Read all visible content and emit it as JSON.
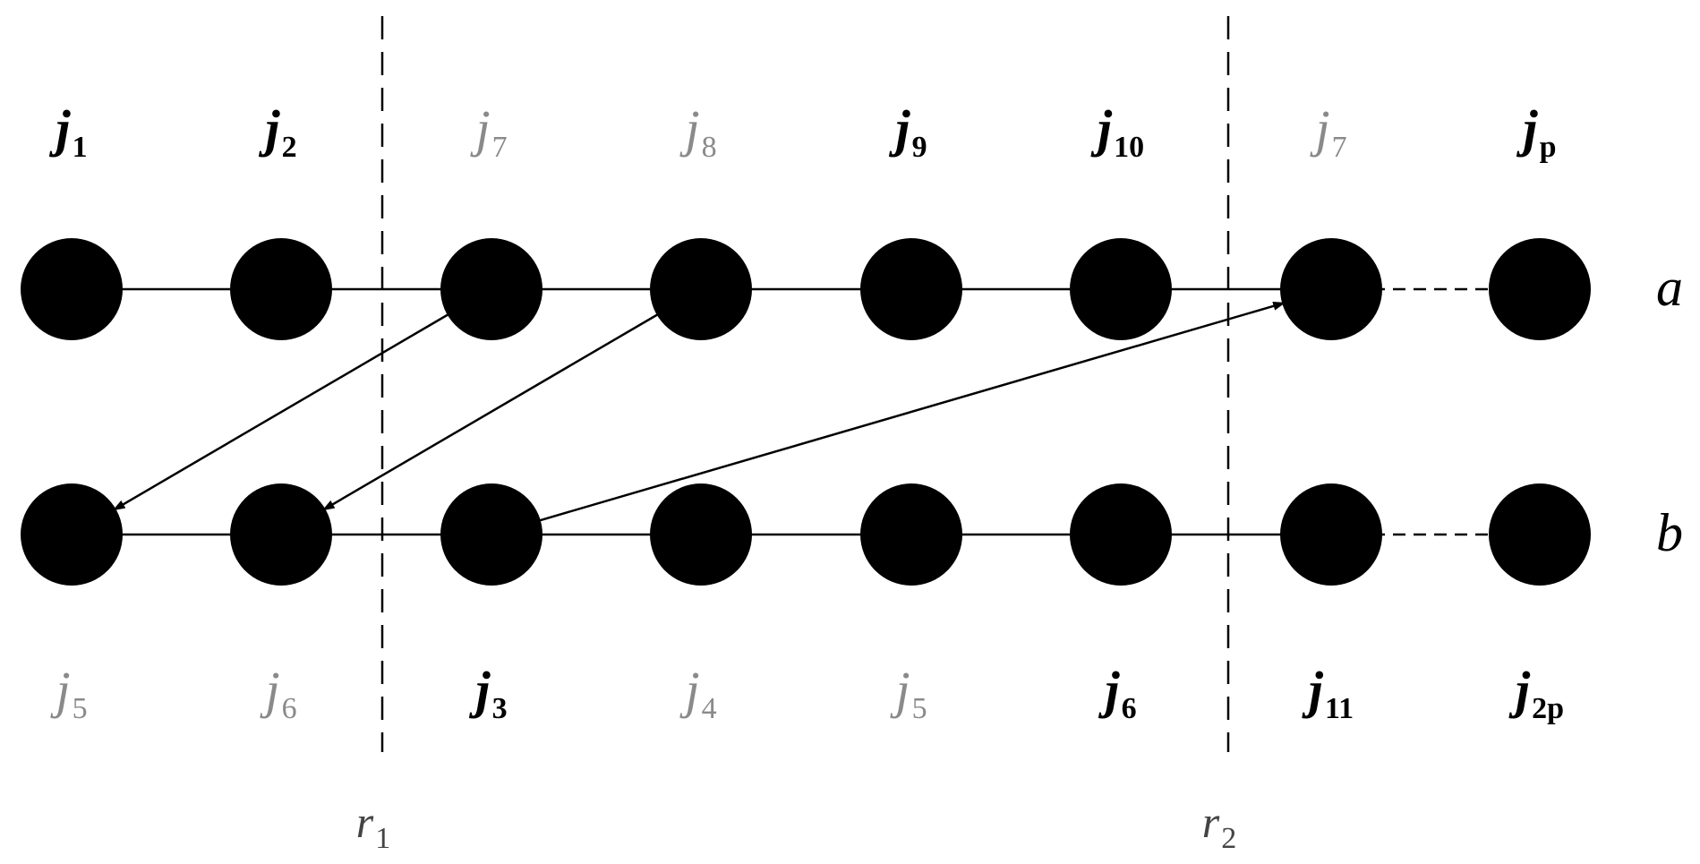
{
  "rows": [
    {
      "name": "a"
    },
    {
      "name": "b"
    }
  ],
  "top_labels": [
    {
      "letter": "j",
      "sub": "1",
      "style": "bold"
    },
    {
      "letter": "j",
      "sub": "2",
      "style": "bold"
    },
    {
      "letter": "j",
      "sub": "7",
      "style": "light"
    },
    {
      "letter": "j",
      "sub": "8",
      "style": "light"
    },
    {
      "letter": "j",
      "sub": "9",
      "style": "bold"
    },
    {
      "letter": "j",
      "sub": "10",
      "style": "bold"
    },
    {
      "letter": "j",
      "sub": "7",
      "style": "light"
    },
    {
      "letter": "j",
      "sub": "p",
      "style": "bold"
    }
  ],
  "bottom_labels": [
    {
      "letter": "j",
      "sub": "5",
      "style": "light"
    },
    {
      "letter": "j",
      "sub": "6",
      "style": "light"
    },
    {
      "letter": "j",
      "sub": "3",
      "style": "bold"
    },
    {
      "letter": "j",
      "sub": "4",
      "style": "light"
    },
    {
      "letter": "j",
      "sub": "5",
      "style": "light"
    },
    {
      "letter": "j",
      "sub": "6",
      "style": "bold"
    },
    {
      "letter": "j",
      "sub": "11",
      "style": "bold"
    },
    {
      "letter": "j",
      "sub": "2p",
      "style": "bold"
    }
  ],
  "cuts": [
    {
      "letter": "r",
      "sub": "1"
    },
    {
      "letter": "r",
      "sub": "2"
    }
  ],
  "arrows": [
    {
      "from": {
        "row": "a",
        "node": 3
      },
      "to": {
        "row": "b",
        "node": 1
      }
    },
    {
      "from": {
        "row": "a",
        "node": 4
      },
      "to": {
        "row": "b",
        "node": 2
      }
    },
    {
      "from": {
        "row": "b",
        "node": 3
      },
      "to": {
        "row": "a",
        "node": 7
      }
    }
  ],
  "dashed_link_after_node": 7,
  "colors": {
    "ink": "#000000",
    "light_label": "#8a8a8a"
  }
}
